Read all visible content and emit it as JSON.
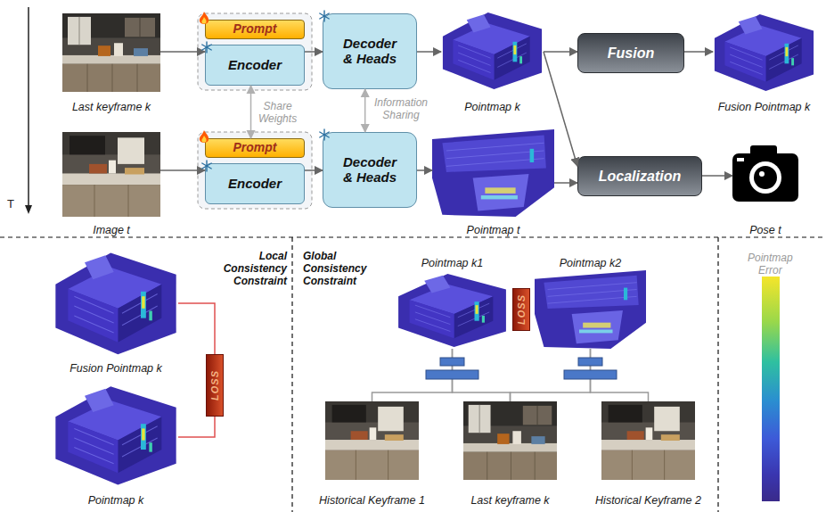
{
  "diagram": {
    "nodes": [
      {
        "text": [
          "Last keyframe k"
        ]
      },
      {
        "text": [
          "Prompt"
        ]
      },
      {
        "text": [
          "Encoder"
        ]
      },
      {
        "text": [
          "Decoder & Heads"
        ]
      },
      {
        "text": [
          "Pointmap k"
        ]
      },
      {
        "text": [
          "Fusion"
        ]
      },
      {
        "text": [
          "Fusion Pointmap k"
        ]
      },
      {
        "text": [
          "Image t"
        ]
      },
      {
        "text": [
          "Prompt"
        ]
      },
      {
        "text": [
          "Encoder"
        ]
      },
      {
        "text": [
          "Decoder & Heads"
        ]
      },
      {
        "text": [
          "Pointmap t"
        ]
      },
      {
        "text": [
          "Localization"
        ]
      },
      {
        "text": [
          "Pose t"
        ]
      },
      {
        "text": [
          "Fusion Pointmap k"
        ]
      },
      {
        "text": [
          "Pointmap k"
        ]
      },
      {
        "text": [
          "LOSS"
        ]
      },
      {
        "text": [
          "Pointmap k1"
        ]
      },
      {
        "text": [
          "LOSS"
        ]
      },
      {
        "text": [
          "Pointmap k2"
        ]
      },
      {
        "text": [
          "Historical Keyframe 1"
        ]
      },
      {
        "text": [
          "Last keyframe k"
        ]
      },
      {
        "text": [
          "Historical Keyframe 2"
        ]
      }
    ],
    "edges": [
      {
        "from": 0,
        "to": 2,
        "arrow": "to"
      },
      {
        "from": 2,
        "to": 3,
        "arrow": "to"
      },
      {
        "from": 3,
        "to": 4,
        "arrow": "to"
      },
      {
        "from": 4,
        "to": 5,
        "arrow": "to"
      },
      {
        "from": 5,
        "to": 6,
        "arrow": "to"
      },
      {
        "from": 4,
        "to": 12,
        "arrow": "to"
      },
      {
        "from": 7,
        "to": 9,
        "arrow": "to"
      },
      {
        "from": 9,
        "to": 10,
        "arrow": "to"
      },
      {
        "from": 10,
        "to": 11,
        "arrow": "to"
      },
      {
        "from": 11,
        "to": 12,
        "arrow": "to"
      },
      {
        "from": 12,
        "to": 13,
        "arrow": "to"
      },
      {
        "from": 2,
        "to": 8,
        "label": "Share Weights",
        "arrow": "both"
      },
      {
        "from": 3,
        "to": 10,
        "label": "Information Sharing",
        "arrow": "both"
      },
      {
        "from": 14,
        "to": 16,
        "arrow": "none"
      },
      {
        "from": 15,
        "to": 16,
        "arrow": "none"
      },
      {
        "from": 20,
        "to": 17,
        "arrow": "none"
      },
      {
        "from": 21,
        "to": 17,
        "arrow": "none"
      },
      {
        "from": 21,
        "to": 19,
        "arrow": "none"
      },
      {
        "from": 22,
        "to": 19,
        "arrow": "none"
      }
    ],
    "labels": [
      "T",
      "Local Consistency Constraint",
      "Global Consistency Constraint",
      "Pointmap Error"
    ]
  }
}
